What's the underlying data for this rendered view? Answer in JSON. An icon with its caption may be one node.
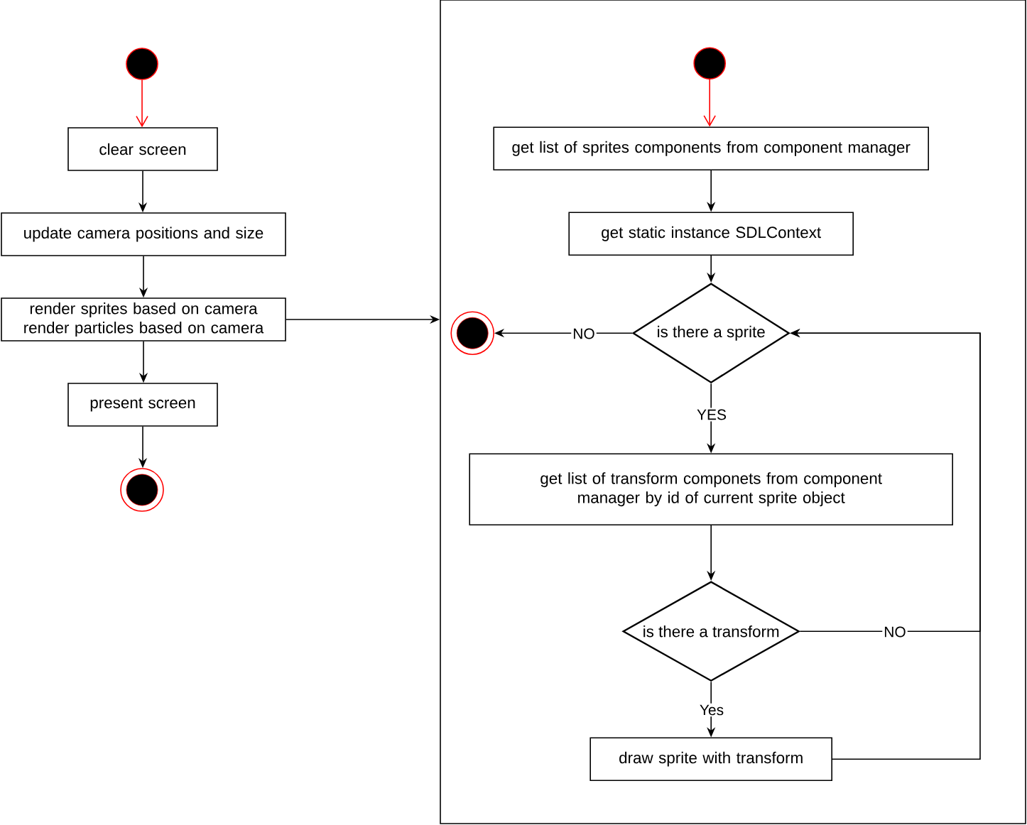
{
  "diagram": {
    "nodes": [
      {
        "text": [],
        "shape": "circle"
      },
      {
        "text": [
          "clear screen"
        ]
      },
      {
        "text": [
          "update camera positions and size"
        ]
      },
      {
        "text": [
          "render sprites based on camera render particles based on camera"
        ]
      },
      {
        "text": [
          "present screen"
        ]
      },
      {
        "text": [],
        "shape": "circle"
      },
      {
        "text": [],
        "shape": "box"
      },
      {
        "text": [],
        "shape": "circle",
        "in": 6
      },
      {
        "text": [
          "get list of sprites components from component manager"
        ],
        "in": 6
      },
      {
        "text": [
          "get static instance SDLContext"
        ],
        "in": 6
      },
      {
        "text": [
          "is there a sprite"
        ],
        "in": 6
      },
      {
        "text": [],
        "shape": "circle",
        "in": 6
      },
      {
        "text": [
          "get list of transform componets from component manager by id of current sprite object"
        ],
        "in": 6
      },
      {
        "text": [
          "is there a transform"
        ],
        "in": 6
      },
      {
        "text": [
          "draw sprite with transform"
        ],
        "in": 6
      }
    ],
    "edges": [
      {
        "from": 0,
        "to": 1,
        "arrow": "to",
        "color": "#ff0000"
      },
      {
        "from": 1,
        "to": 2,
        "arrow": "to"
      },
      {
        "from": 2,
        "to": 3,
        "arrow": "to"
      },
      {
        "from": 3,
        "to": 4,
        "arrow": "to"
      },
      {
        "from": 4,
        "to": 5,
        "arrow": "to"
      },
      {
        "from": 3,
        "to": 6,
        "arrow": "to"
      },
      {
        "from": 7,
        "to": 8,
        "arrow": "to",
        "color": "#ff0000"
      },
      {
        "from": 8,
        "to": 9,
        "arrow": "to"
      },
      {
        "from": 9,
        "to": 10,
        "arrow": "to"
      },
      {
        "from": 10,
        "to": 11,
        "arrow": "to",
        "label": "NO"
      },
      {
        "from": 10,
        "to": 12,
        "arrow": "to",
        "label": "YES"
      },
      {
        "from": 12,
        "to": 13,
        "arrow": "to"
      },
      {
        "from": 13,
        "to": 14,
        "arrow": "to",
        "label": "Yes"
      },
      {
        "from": 13,
        "to": 10,
        "arrow": "to",
        "label": "NO"
      },
      {
        "from": 14,
        "to": 10,
        "arrow": "to"
      }
    ]
  }
}
